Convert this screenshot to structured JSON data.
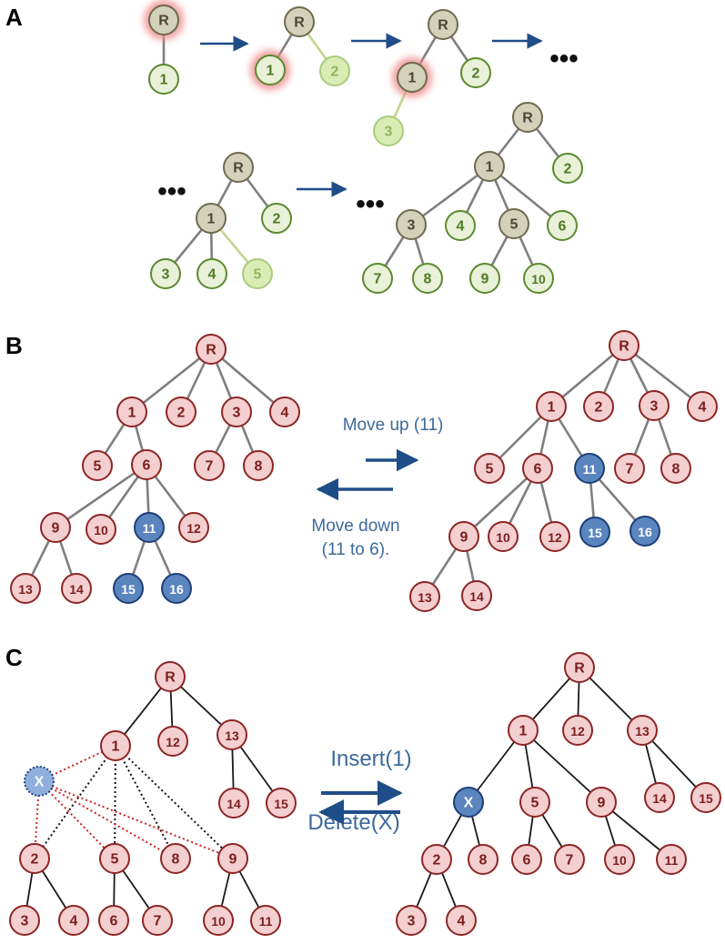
{
  "panels": {
    "a": {
      "label": "A"
    },
    "b": {
      "label": "B",
      "move_up": "Move up (11)",
      "move_down_1": "Move down",
      "move_down_2": "(11 to 6)."
    },
    "c": {
      "label": "C",
      "insert": "Insert(1)",
      "delete": "Delete(X)"
    }
  },
  "ellipsis": "•••",
  "node_labels": {
    "R": "R",
    "X": "X",
    "n1": "1",
    "n2": "2",
    "n3": "3",
    "n4": "4",
    "n5": "5",
    "n6": "6",
    "n7": "7",
    "n8": "8",
    "n9": "9",
    "n10": "10",
    "n11": "11",
    "n12": "12",
    "n13": "13",
    "n14": "14",
    "n15": "15",
    "n16": "16"
  },
  "colors": {
    "grey_fill": "#d4d1ba",
    "grey_stroke": "#6f6a4f",
    "green_fill": "#e9f1d9",
    "green_stroke": "#5b8a2e",
    "green_text": "#4f7a25",
    "light_green_fill": "#d9ecb5",
    "light_green_stroke": "#a8cc7a",
    "light_green_text": "#8fb55f",
    "pink_fill": "#f4cfcf",
    "pink_stroke": "#8e2525",
    "pink_text": "#7a1e1e",
    "blue_fill": "#5b85be",
    "blue_stroke": "#1e3f78",
    "arrow": "#1f4d87",
    "highlight_glow": "#ef8d8d"
  }
}
